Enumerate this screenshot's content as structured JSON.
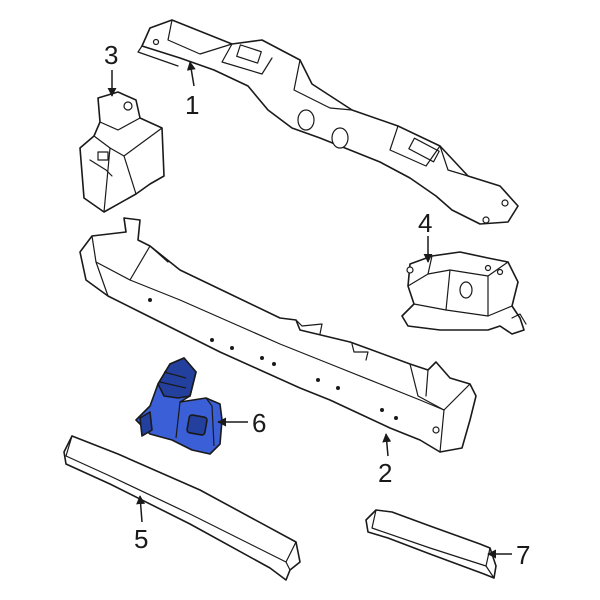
{
  "diagram": {
    "highlight_color": "#3b5fd6",
    "highlight_dark": "#24409e",
    "callouts": [
      {
        "id": "1",
        "label": "1"
      },
      {
        "id": "2",
        "label": "2"
      },
      {
        "id": "3",
        "label": "3"
      },
      {
        "id": "4",
        "label": "4"
      },
      {
        "id": "5",
        "label": "5"
      },
      {
        "id": "6",
        "label": "6"
      },
      {
        "id": "7",
        "label": "7"
      }
    ]
  }
}
